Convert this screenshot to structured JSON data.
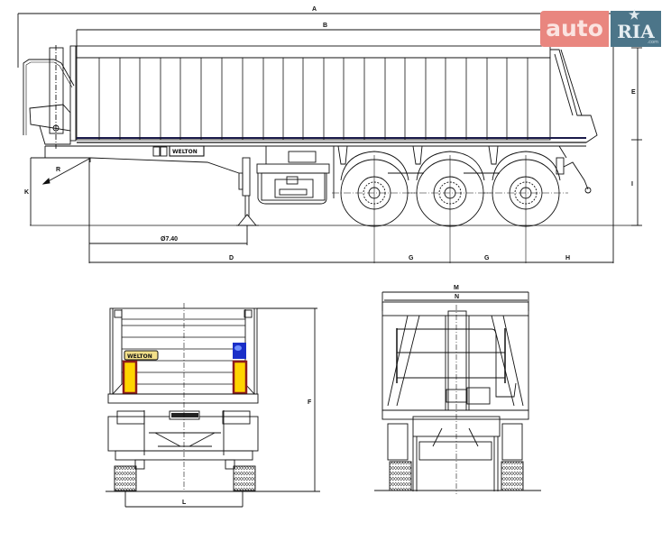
{
  "watermark": {
    "left_text": "auto",
    "right_text": "RIA",
    "right_sub": ".com",
    "star_glyph": "★",
    "colors": {
      "auto_bg": "#e9867f",
      "ria_bg": "#4c7589"
    }
  },
  "side_view": {
    "brand_plate": "WELTON",
    "dimensions": {
      "A": "A",
      "B": "B",
      "D": "D",
      "G1": "G",
      "G2": "G",
      "H": "H",
      "E": "E",
      "I": "I",
      "K": "K",
      "R": "R",
      "kingpin_to_leg": "Ø7.40"
    }
  },
  "rear_view": {
    "brand_plate": "WELTON",
    "dimensions": {
      "F": "F",
      "L": "L"
    },
    "colors": {
      "reflector_fill": "#ffd400",
      "reflector_border": "#8b1a1a",
      "plate_fill": "#f3e08a",
      "blue_panel": "#1a2fc8"
    }
  },
  "front_view": {
    "dimensions": {
      "M": "M",
      "N": "N"
    }
  }
}
